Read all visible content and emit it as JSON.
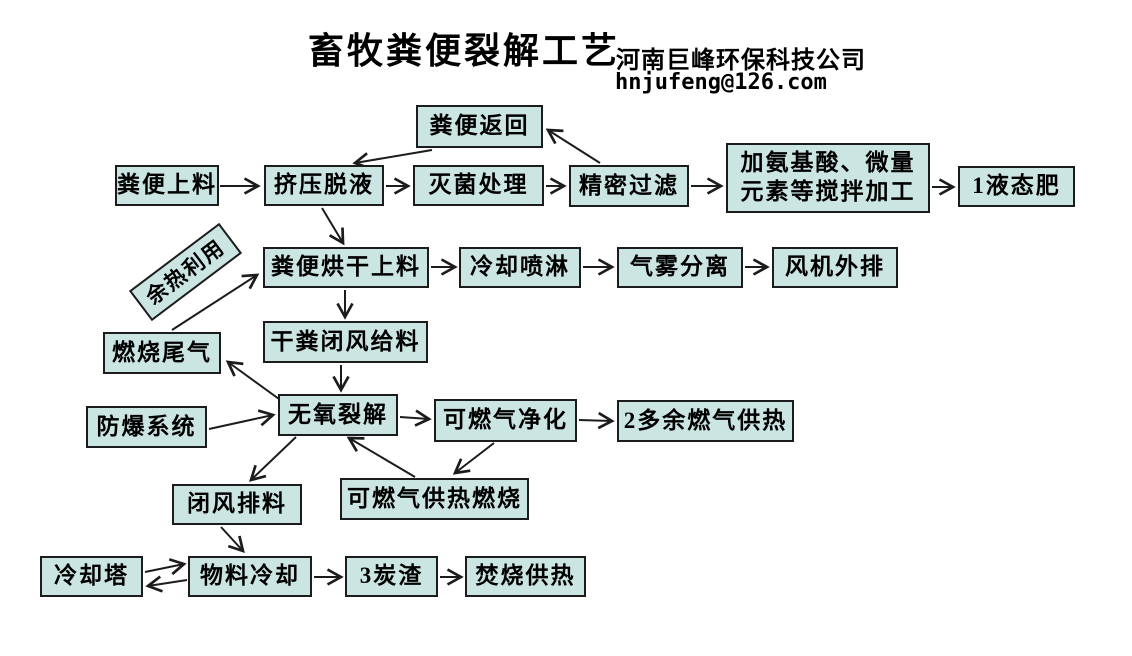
{
  "header": {
    "title": "畜牧粪便裂解工艺",
    "company": "河南巨峰环保科技公司",
    "email": "hnjufeng@126.com"
  },
  "colors": {
    "background": "#ffffff",
    "box_fill": "#cbe5e2",
    "box_border": "#1c1c1c",
    "arrow": "#1c1c1c",
    "text": "#000000"
  },
  "nodes": {
    "manure_return": {
      "label": "粪便返回"
    },
    "manure_feed": {
      "label": "粪便上料"
    },
    "extrusion_dewater": {
      "label": "挤压脱液"
    },
    "sterilization": {
      "label": "灭菌处理"
    },
    "precision_filter": {
      "label": "精密过滤"
    },
    "amino_mix": {
      "label": "加氨基酸、微量元素等搅拌加工",
      "line1": "加氨基酸、微量",
      "line2": "元素等搅拌加工"
    },
    "liquid_fertilizer": {
      "label": "1液态肥"
    },
    "waste_heat": {
      "label": "余热利用"
    },
    "drying_feed": {
      "label": "粪便烘干上料"
    },
    "cooling_spray": {
      "label": "冷却喷淋"
    },
    "mist_separation": {
      "label": "气雾分离"
    },
    "fan_exhaust": {
      "label": "风机外排"
    },
    "dry_manure_airlock_feed": {
      "label": "干粪闭风给料"
    },
    "combustion_tail_gas": {
      "label": "燃烧尾气"
    },
    "explosion_proof": {
      "label": "防爆系统"
    },
    "anaerobic_pyrolysis": {
      "label": "无氧裂解"
    },
    "gas_purification": {
      "label": "可燃气净化"
    },
    "excess_gas_heating": {
      "label": "2多余燃气供热"
    },
    "airlock_discharge": {
      "label": "闭风排料"
    },
    "gas_heating_combustion": {
      "label": "可燃气供热燃烧"
    },
    "cooling_tower": {
      "label": "冷却塔"
    },
    "material_cooling": {
      "label": "物料冷却"
    },
    "char_residue": {
      "label": "3炭渣"
    },
    "incineration_heating": {
      "label": "焚烧供热"
    }
  },
  "edges": [
    {
      "from": "manure_feed",
      "to": "extrusion_dewater"
    },
    {
      "from": "extrusion_dewater",
      "to": "sterilization"
    },
    {
      "from": "sterilization",
      "to": "precision_filter"
    },
    {
      "from": "precision_filter",
      "to": "amino_mix"
    },
    {
      "from": "amino_mix",
      "to": "liquid_fertilizer"
    },
    {
      "from": "precision_filter",
      "to": "manure_return"
    },
    {
      "from": "manure_return",
      "to": "extrusion_dewater"
    },
    {
      "from": "extrusion_dewater",
      "to": "drying_feed"
    },
    {
      "from": "combustion_tail_gas",
      "to": "drying_feed",
      "label": "余热利用"
    },
    {
      "from": "drying_feed",
      "to": "cooling_spray"
    },
    {
      "from": "cooling_spray",
      "to": "mist_separation"
    },
    {
      "from": "mist_separation",
      "to": "fan_exhaust"
    },
    {
      "from": "drying_feed",
      "to": "dry_manure_airlock_feed"
    },
    {
      "from": "dry_manure_airlock_feed",
      "to": "anaerobic_pyrolysis"
    },
    {
      "from": "anaerobic_pyrolysis",
      "to": "combustion_tail_gas"
    },
    {
      "from": "explosion_proof",
      "to": "anaerobic_pyrolysis"
    },
    {
      "from": "anaerobic_pyrolysis",
      "to": "gas_purification"
    },
    {
      "from": "gas_purification",
      "to": "excess_gas_heating"
    },
    {
      "from": "gas_purification",
      "to": "gas_heating_combustion"
    },
    {
      "from": "gas_heating_combustion",
      "to": "anaerobic_pyrolysis"
    },
    {
      "from": "anaerobic_pyrolysis",
      "to": "airlock_discharge"
    },
    {
      "from": "airlock_discharge",
      "to": "material_cooling"
    },
    {
      "from": "cooling_tower",
      "to": "material_cooling"
    },
    {
      "from": "material_cooling",
      "to": "cooling_tower"
    },
    {
      "from": "material_cooling",
      "to": "char_residue"
    },
    {
      "from": "char_residue",
      "to": "incineration_heating"
    }
  ]
}
